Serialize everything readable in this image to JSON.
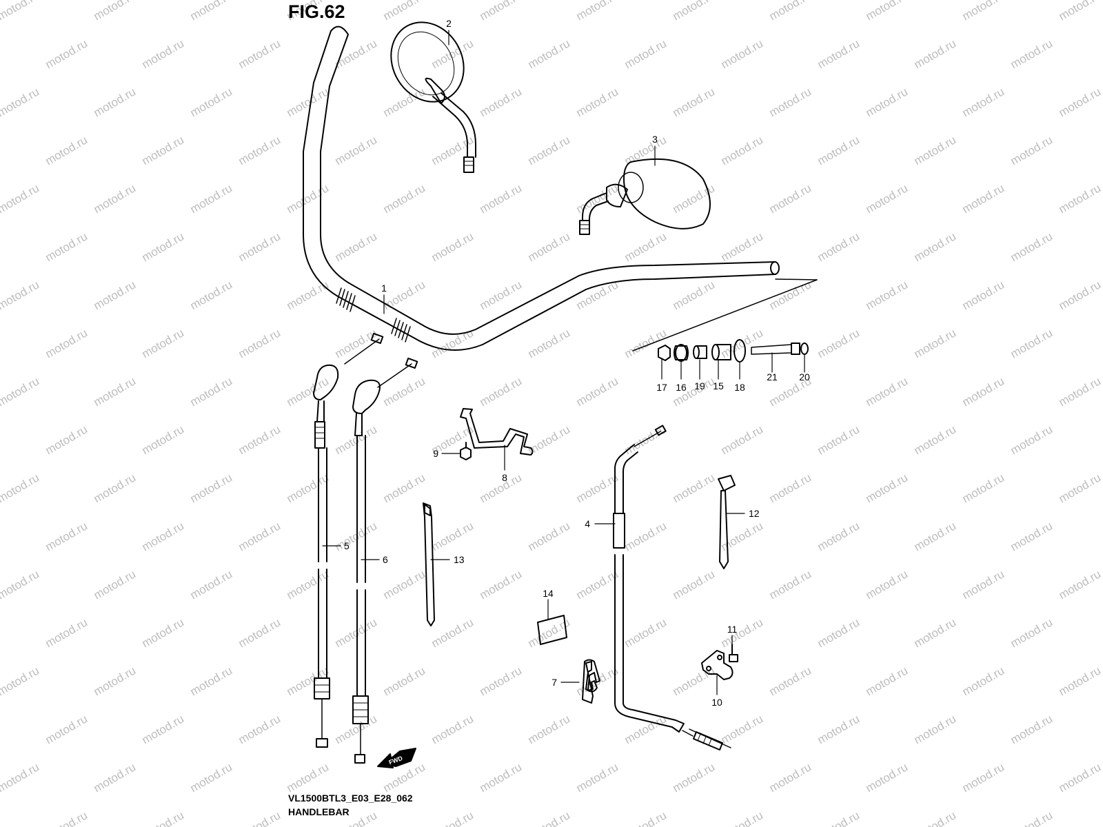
{
  "figure": {
    "title": "FIG.62",
    "code": "VL1500BTL3_E03_E28_062",
    "name": "HANDLEBAR"
  },
  "watermark": {
    "text": "motod.ru"
  },
  "forward_arrow": {
    "label": "FWD"
  },
  "callouts": [
    {
      "id": "callout-1",
      "number": "1"
    },
    {
      "id": "callout-2",
      "number": "2"
    },
    {
      "id": "callout-3",
      "number": "3"
    },
    {
      "id": "callout-4",
      "number": "4"
    },
    {
      "id": "callout-5",
      "number": "5"
    },
    {
      "id": "callout-6",
      "number": "6"
    },
    {
      "id": "callout-7",
      "number": "7"
    },
    {
      "id": "callout-8",
      "number": "8"
    },
    {
      "id": "callout-9",
      "number": "9"
    },
    {
      "id": "callout-10",
      "number": "10"
    },
    {
      "id": "callout-11",
      "number": "11"
    },
    {
      "id": "callout-12",
      "number": "12"
    },
    {
      "id": "callout-13",
      "number": "13"
    },
    {
      "id": "callout-14",
      "number": "14"
    },
    {
      "id": "callout-15",
      "number": "15"
    },
    {
      "id": "callout-16",
      "number": "16"
    },
    {
      "id": "callout-17",
      "number": "17"
    },
    {
      "id": "callout-18",
      "number": "18"
    },
    {
      "id": "callout-19",
      "number": "19"
    },
    {
      "id": "callout-20",
      "number": "20"
    },
    {
      "id": "callout-21",
      "number": "21"
    }
  ]
}
